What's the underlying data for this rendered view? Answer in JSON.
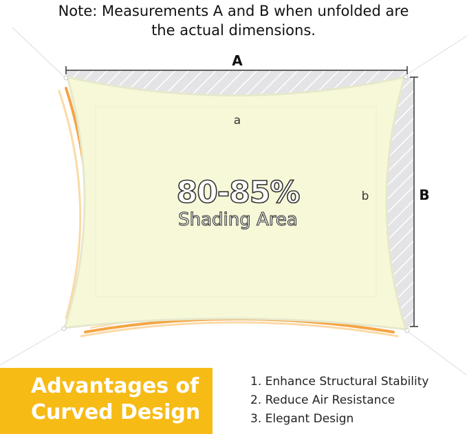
{
  "note": {
    "line1": "Note: Measurements A and B when unfolded are",
    "line2": "the actual dimensions."
  },
  "diagram": {
    "label_A": "A",
    "label_B": "B",
    "label_a": "a",
    "label_b": "b",
    "shading_percent": "80-85%",
    "shading_label": "Shading Area",
    "colors": {
      "sail_fill": "#f7f8d8",
      "sail_border": "#e6e8cc",
      "hatch_bg": "#e4e4e6",
      "hatch_line": "#ffffff",
      "curve_orange": "#f5a443",
      "curve_light": "#fbd9a6"
    }
  },
  "advantages": {
    "title_line1": "Advantages of",
    "title_line2": "Curved Design",
    "badge_color": "#f7bb16",
    "items": [
      "1. Enhance Structural Stability",
      "2. Reduce Air Resistance",
      "3. Elegant Design"
    ]
  }
}
